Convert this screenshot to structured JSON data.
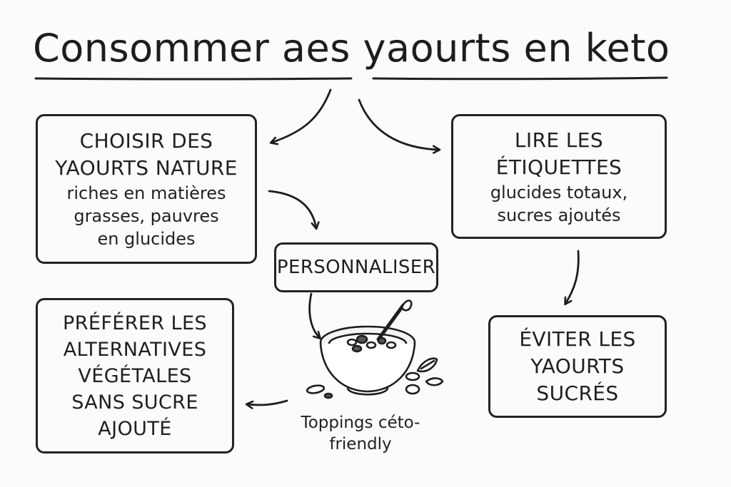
{
  "title": "Consommer aes yaourts en keto",
  "nodes": {
    "choose_plain": {
      "heading": "CHOISIR DES\nYAOURTS NATURE",
      "detail": "riches en matières\ngrasses, pauvres\nen glucides"
    },
    "read_labels": {
      "heading": "LIRE LES\nÉTIQUETTES",
      "detail": "glucides totaux,\nsucres ajoutés"
    },
    "personalize": {
      "heading": "PERSONNALISER"
    },
    "plant_alternatives": {
      "heading": "PRÉFÉRER LES\nALTERNATIVES\nVÉGÉTALES\nSANS SUCRE\nAJOUTÉ"
    },
    "avoid_sweet": {
      "heading": "ÉVITER LES\nYAOURTS\nSUCRÉS"
    }
  },
  "illustration": {
    "icon": "yogurt-bowl-icon",
    "caption": "Toppings céto-\nfriendly"
  },
  "colors": {
    "ink": "#1e1e1e",
    "background": "#fbfbfa"
  }
}
